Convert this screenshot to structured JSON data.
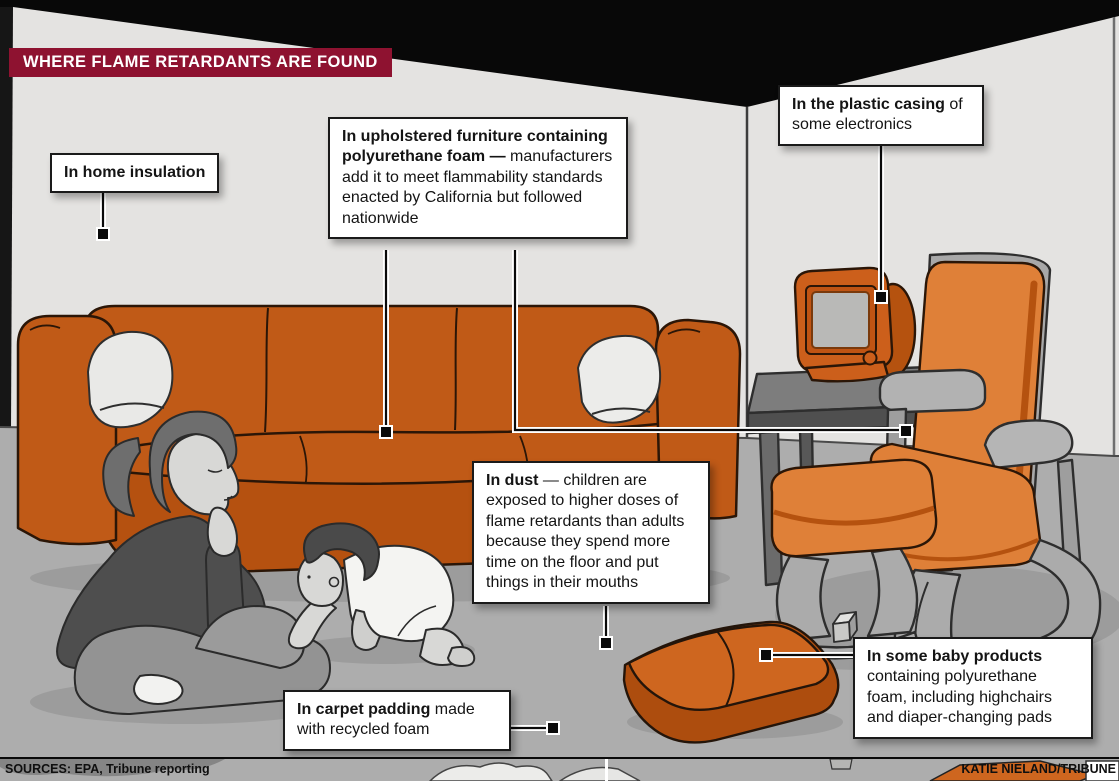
{
  "title": {
    "label": "WHERE FLAME RETARDANTS ARE FOUND"
  },
  "callouts": {
    "insulation": {
      "bold": "In home insulation",
      "rest": ""
    },
    "furniture": {
      "bold": "In upholstered furniture containing polyurethane foam —",
      "rest": " manufacturers add it to meet flammability standards enacted by California but followed nationwide"
    },
    "plastic": {
      "bold": "In the plastic casing",
      "rest": " of some electronics"
    },
    "dust": {
      "bold": "In dust",
      "rest": " — children are exposed to higher doses of flame retardants than adults because they spend more time on the floor and put things in their mouths"
    },
    "carpet": {
      "bold": "In carpet padding",
      "rest": " made with recycled foam"
    },
    "baby": {
      "bold": "In some baby products",
      "rest": " containing polyurethane foam, including highchairs and diaper-changing pads"
    }
  },
  "footer": {
    "sources": "SOURCES: EPA, Tribune reporting",
    "credit": "KATIE NIELAND/TRIBUNE"
  },
  "colors": {
    "accent_maroon": "#8E1230",
    "couch_orange": "#C05A17",
    "cushion_orange": "#DF8038",
    "pad_orange": "#CE661F",
    "dark_orange": "#A84B10",
    "wall_gray": "#E4E3E1",
    "floor_gray": "#ADADAD",
    "shadow_gray": "#9C9C9C",
    "ceiling_black": "#080808"
  }
}
